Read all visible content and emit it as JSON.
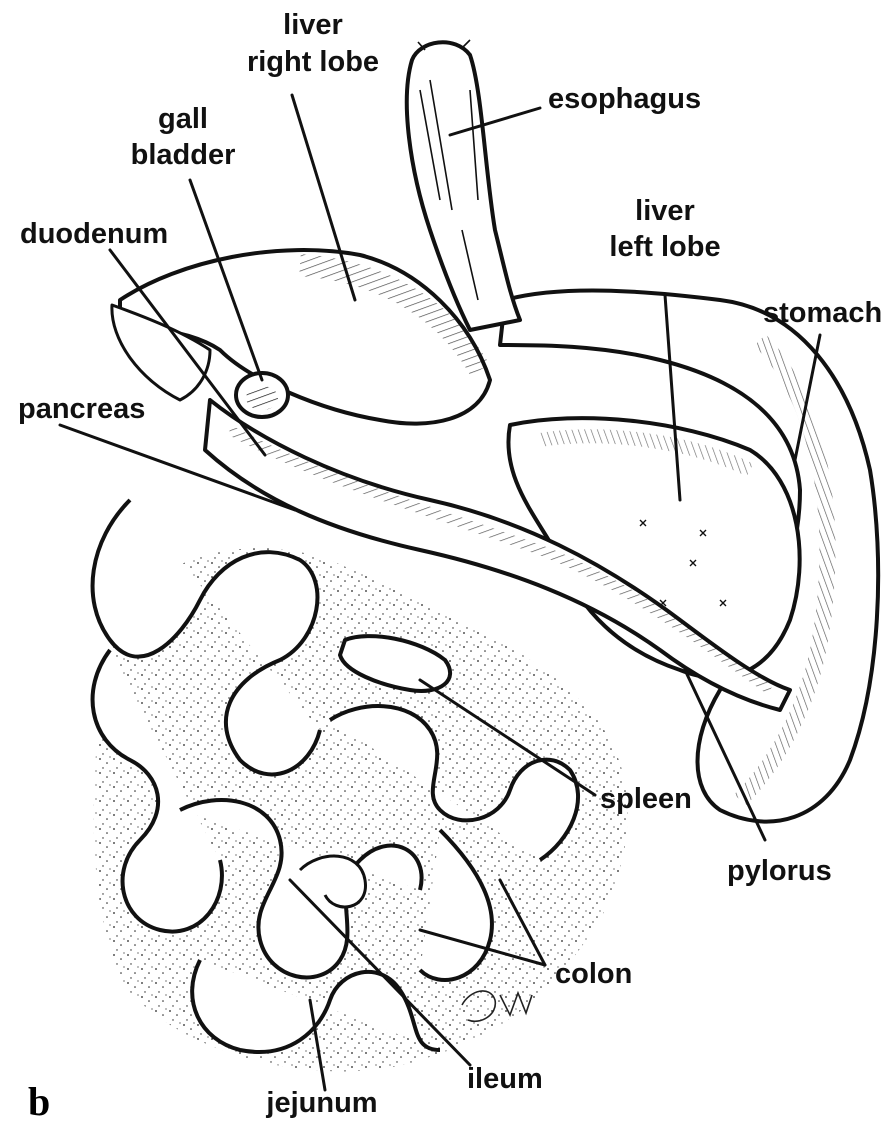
{
  "panel_letter": "b",
  "labels": {
    "liver_right_lobe": [
      "liver",
      "right lobe"
    ],
    "gall_bladder": [
      "gall",
      "bladder"
    ],
    "esophagus": "esophagus",
    "duodenum": "duodenum",
    "liver_left_lobe": [
      "liver",
      "left lobe"
    ],
    "stomach": "stomach",
    "pancreas": "pancreas",
    "spleen": "spleen",
    "pylorus": "pylorus",
    "colon": "colon",
    "ileum": "ileum",
    "jejunum": "jejunum"
  },
  "colors": {
    "ink": "#111111",
    "paper": "#ffffff"
  }
}
